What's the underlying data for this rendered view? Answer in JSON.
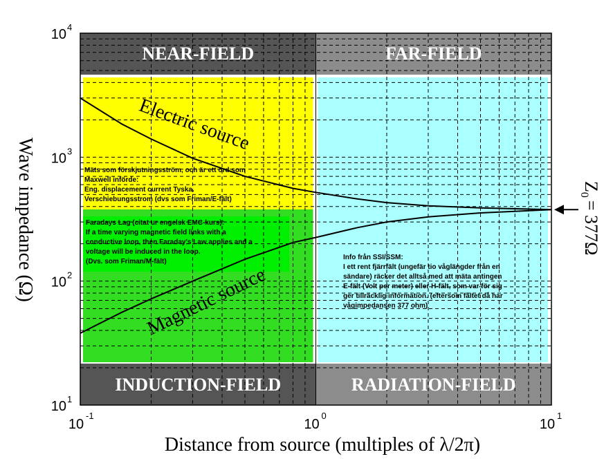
{
  "chart_data": {
    "type": "line",
    "x_scale": "log",
    "y_scale": "log",
    "xlim": [
      0.1,
      10
    ],
    "ylim": [
      10,
      10000
    ],
    "x_ticks": [
      {
        "base": "10",
        "exp": "-1"
      },
      {
        "base": "10",
        "exp": "0"
      },
      {
        "base": "10",
        "exp": "1"
      }
    ],
    "y_ticks": [
      {
        "base": "10",
        "exp": "1"
      },
      {
        "base": "10",
        "exp": "2"
      },
      {
        "base": "10",
        "exp": "3"
      },
      {
        "base": "10",
        "exp": "4"
      }
    ],
    "xlabel": "Distance from source (multiples of λ/2π)",
    "ylabel": "Wave impedance (Ω)",
    "grid": true,
    "series": [
      {
        "name": "Electric source",
        "x": [
          0.1,
          0.15,
          0.2,
          0.3,
          0.5,
          0.8,
          1.0,
          1.5,
          2,
          3,
          5,
          10
        ],
        "y": [
          3000,
          1850,
          1400,
          980,
          700,
          560,
          520,
          460,
          430,
          405,
          390,
          377
        ]
      },
      {
        "name": "Magnetic source",
        "x": [
          0.1,
          0.15,
          0.2,
          0.3,
          0.5,
          0.8,
          1.0,
          1.5,
          2,
          3,
          5,
          10
        ],
        "y": [
          38,
          56,
          72,
          100,
          150,
          205,
          225,
          270,
          300,
          330,
          355,
          377
        ]
      }
    ],
    "regions": [
      {
        "label": "NEAR-FIELD",
        "color": "#555555"
      },
      {
        "label": "FAR-FIELD",
        "color": "#8c8c8c"
      },
      {
        "label": "INDUCTION-FIELD",
        "color": "#555555"
      },
      {
        "label": "RADIATION-FIELD",
        "color": "#8c8c8c"
      }
    ],
    "zones": [
      {
        "name": "electric",
        "color": "#ffff00"
      },
      {
        "name": "magnetic",
        "color": "#33dd22"
      },
      {
        "name": "radiation",
        "color": "#aaffff"
      }
    ],
    "annotations": {
      "z0_label": "Z",
      "z0_sub": "0",
      "z0_value": "= 377Ω",
      "electric_note": [
        "Mäts som förskjutningsström, och är ett ord som",
        "Maxwell införde:",
        "Eng. displacement current Tyska.",
        "Verschiebungsstrom  (dvs som Friman/E-fält)"
      ],
      "magnetic_note": [
        "Faradays Lag (citat ur engelsk EMC-kurs):",
        "If a time varying magnetic field links with a",
        "conductive loop, then Faraday's Law applies and a",
        "voltage will be induced in the loop.",
        "(Dvs. som Friman/M-fält)"
      ],
      "radiation_note": [
        "Info från SSI/SSM:",
        "I ett rent fjärrfält (ungefär tio våglängder från en",
        "sändare) räcker det alltså med att mäta  antingen",
        "E-fält (Volt per meter) eller H-fält, som var för sig",
        "ger tillräcklig information. (eftersom fältet då  har",
        "vågimpedansen 377 ohm)"
      ]
    }
  }
}
